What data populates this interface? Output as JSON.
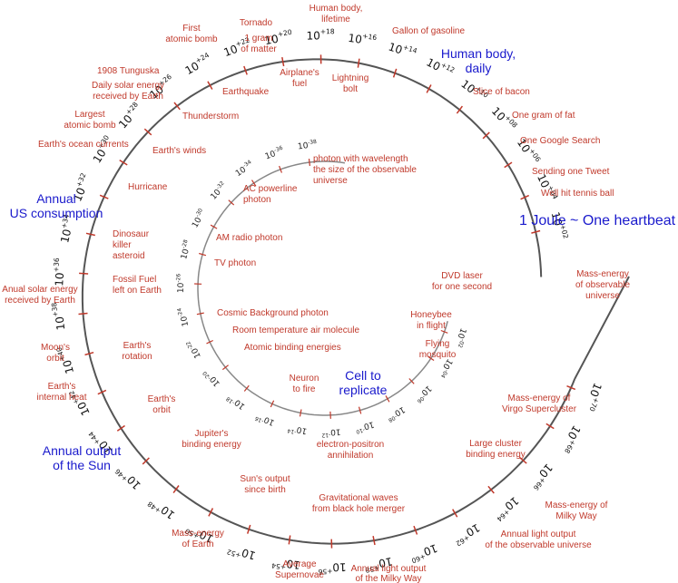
{
  "headline": "1 Joule ~ One heartbeat",
  "outer_ticks": [
    "+02",
    "+04",
    "+06",
    "+08",
    "+10",
    "+12",
    "+14",
    "+16",
    "+18",
    "+20",
    "+22",
    "+24",
    "+26",
    "+28",
    "+30",
    "+32",
    "+34",
    "+36",
    "+38",
    "+40",
    "+42",
    "+44",
    "+46",
    "+48",
    "+50",
    "+52",
    "+54",
    "+56",
    "+58",
    "+60",
    "+62",
    "+64",
    "+66",
    "+68",
    "+70"
  ],
  "inner_ticks": [
    "-02",
    "-04",
    "-06",
    "-08",
    "-10",
    "-12",
    "-14",
    "-16",
    "-18",
    "-20",
    "-22",
    "-24",
    "-26",
    "-28",
    "-30",
    "-32",
    "-34",
    "-36",
    "-38"
  ],
  "outer_annotations": [
    [
      "Well hit tennis ball"
    ],
    [
      "Sending one Tweet"
    ],
    [
      "One Google Search"
    ],
    [
      "One gram of fat"
    ],
    [
      "Slice of bacon"
    ],
    [
      "Gallon of gasoline"
    ],
    [
      "Lightning",
      "bolt"
    ],
    [
      "Human body,",
      "lifetime"
    ],
    [
      "Airplane's",
      "fuel"
    ],
    [
      "Tornado"
    ],
    [
      "1 gram",
      "of matter"
    ],
    [
      "First",
      "atomic bomb"
    ],
    [
      "Earthquake"
    ],
    [
      "1908 Tunguska"
    ],
    [
      "Daily solar energy",
      "received by Earth"
    ],
    [
      "Thunderstorm"
    ],
    [
      "Largest",
      "atomic bomb"
    ],
    [
      "Earth's winds"
    ],
    [
      "Earth's ocean currents"
    ],
    [
      "Hurricane"
    ],
    [
      "Dinosaur",
      "killer",
      "asteroid"
    ],
    [
      "Fossil Fuel",
      "left on Earth"
    ],
    [
      "Anual solar energy",
      "received by Earth"
    ],
    [
      "Earth's",
      "rotation"
    ],
    [
      "Moon's",
      "orbit"
    ],
    [
      "Earth's",
      "internal heat"
    ],
    [
      "Earth's",
      "orbit"
    ],
    [
      "Jupiter's",
      "binding energy"
    ],
    [
      "Sun's output",
      "since birth"
    ],
    [
      "Mass-energy",
      "of Earth"
    ],
    [
      "Gravitational waves",
      "from black hole merger"
    ],
    [
      "Average",
      "Supernovae"
    ],
    [
      "Annual light output",
      "of the Milky Way"
    ],
    [
      "Annual light output",
      "of the observable universe"
    ],
    [
      "Mass-energy of",
      "Milky Way"
    ],
    [
      "Large cluster",
      "binding energy"
    ],
    [
      "Mass-energy of",
      "Virgo Supercluster"
    ],
    [
      "Mass-energy",
      "of observable",
      "universe"
    ]
  ],
  "inner_annotations": [
    [
      "photon with wavelength",
      "the size of the observable",
      "universe"
    ],
    [
      "AC powerline",
      "photon"
    ],
    [
      "AM radio photon"
    ],
    [
      "TV photon"
    ],
    [
      "Cosmic Background photon"
    ],
    [
      "Room temperature air molecule"
    ],
    [
      "Atomic binding energies"
    ],
    [
      "Neuron",
      "to fire"
    ],
    [
      "electron-positron",
      "annihilation"
    ],
    [
      "Flying",
      "mosquito"
    ],
    [
      "Honeybee",
      "in flight"
    ],
    [
      "DVD laser",
      "for one second"
    ]
  ],
  "highlights": [
    [
      "Human body,",
      "daily"
    ],
    [
      "Annual",
      "US consumption"
    ],
    [
      "Annual output",
      "of the Sun"
    ],
    [
      "Cell to",
      "replicate"
    ]
  ]
}
